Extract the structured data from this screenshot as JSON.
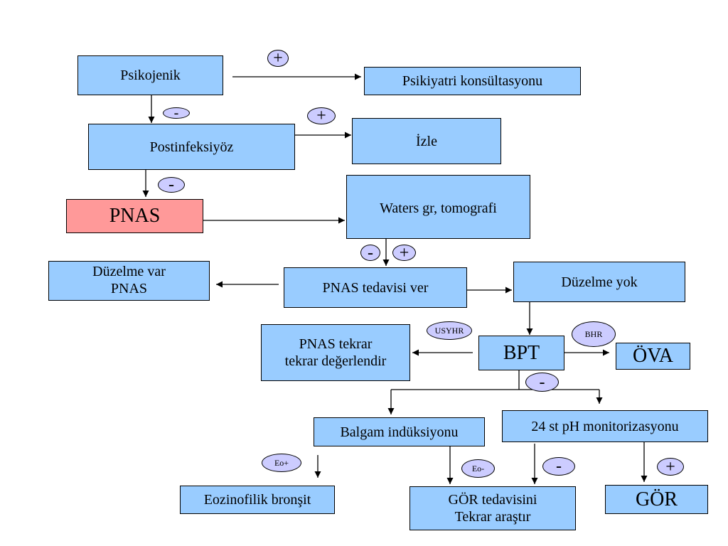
{
  "nodes": {
    "psikojenik": "Psikojenik",
    "psikiyatri": "Psikiyatri konsültasyonu",
    "postinfeksiyoz": "Postinfeksiyöz",
    "izle": "İzle",
    "pnas": "PNAS",
    "waters": "Waters gr, tomografi",
    "duzelme_var_1": "Düzelme var",
    "duzelme_var_2": "PNAS",
    "pnas_tedavisi": "PNAS tedavisi ver",
    "duzelme_yok": "Düzelme yok",
    "pnas_tekrar_1": "PNAS tekrar",
    "pnas_tekrar_2": "tekrar değerlendir",
    "bpt": "BPT",
    "ova": "ÖVA",
    "balgam": "Balgam indüksiyonu",
    "ph": "24 st pH monitorizasyonu",
    "eozinofilik": "Eozinofilik bronşit",
    "gor_tedavi_1": "GÖR tedavisini",
    "gor_tedavi_2": "Tekrar araştır",
    "gor": "GÖR"
  },
  "labels": {
    "plus_psikojenik": "+",
    "minus_psikojenik": "-",
    "plus_postinf": "+",
    "minus_postinf": "-",
    "minus_waters": "-",
    "plus_waters": "+",
    "usyhr": "USYHR",
    "bhr": "BHR",
    "minus_bpt": "-",
    "eo_plus": "Eo+",
    "eo_minus": "Eo-",
    "minus_ph": "-",
    "plus_ph": "+"
  },
  "colors": {
    "box": "#99ccff",
    "pnas": "#ff9999",
    "oval": "#ccccff"
  }
}
